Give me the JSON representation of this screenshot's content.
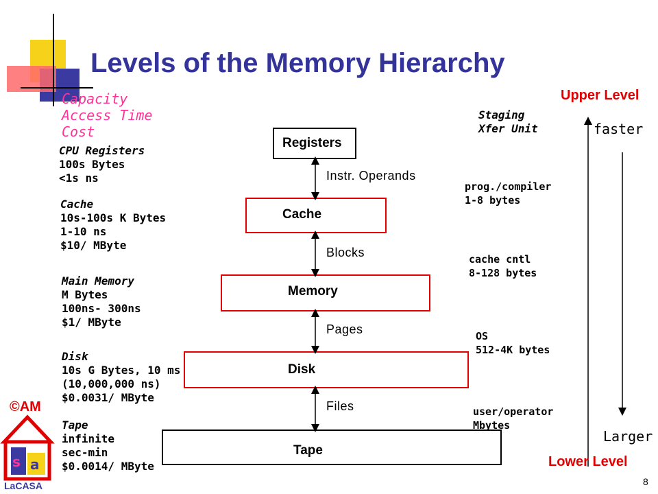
{
  "slide": {
    "title": "Levels of the Memory Hierarchy",
    "page_number": "8",
    "copyright": "©AM",
    "logo_text": "LaCASA"
  },
  "legend": {
    "capacity": "Capacity",
    "access_time": "Access Time",
    "cost": "Cost"
  },
  "specs": {
    "registers": [
      "CPU Registers",
      "100s Bytes",
      "<1s ns"
    ],
    "cache": [
      "Cache",
      "10s-100s K Bytes",
      "1-10 ns",
      "$10/ MByte"
    ],
    "memory": [
      "Main Memory",
      "M Bytes",
      "100ns- 300ns",
      "$1/ MByte"
    ],
    "disk": [
      "Disk",
      "10s G Bytes, 10 ms",
      "(10,000,000 ns)",
      "$0.0031/ MByte"
    ],
    "tape": [
      "Tape",
      "infinite",
      "sec-min",
      "$0.0014/ MByte"
    ]
  },
  "levels": {
    "registers": "Registers",
    "cache": "Cache",
    "memory": "Memory",
    "disk": "Disk",
    "tape": "Tape"
  },
  "transfers": {
    "instr": "Instr. Operands",
    "blocks": "Blocks",
    "pages": "Pages",
    "files": "Files"
  },
  "staging": {
    "line1": "Staging",
    "line2": "Xfer Unit",
    "prog": [
      "prog./compiler",
      "1-8 bytes"
    ],
    "cache_cntl": [
      "cache cntl",
      "8-128 bytes"
    ],
    "os": [
      "OS",
      "512-4K bytes"
    ],
    "user": [
      "user/operator",
      "Mbytes"
    ]
  },
  "side": {
    "upper_level": "Upper Level",
    "lower_level": "Lower Level",
    "faster": "faster",
    "larger": "Larger"
  },
  "colors": {
    "title": "#333399",
    "pink": "#ff3399",
    "red": "#e00000"
  }
}
